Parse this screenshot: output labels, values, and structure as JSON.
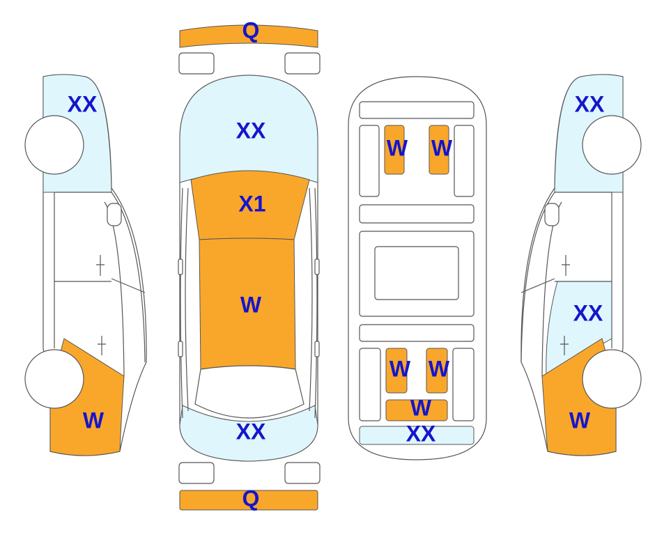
{
  "colors": {
    "orange": "#F9A72B",
    "light_blue": "#DFF6FC",
    "label": "#1515CC"
  },
  "labels": {
    "front_bumper": "Q",
    "rear_bumper": "Q",
    "hood": "XX",
    "windshield": "X1",
    "roof": "W",
    "trunk": "XX",
    "left_front_fender": "XX",
    "left_rear_quarter": "W",
    "right_front_fender": "XX",
    "right_rear_door": "XX",
    "right_rear_quarter": "W",
    "floor_front_left": "W",
    "floor_front_right": "W",
    "floor_rear_left": "W",
    "floor_rear_right": "W",
    "floor_rear_center": "W",
    "floor_rear_panel": "XX"
  }
}
